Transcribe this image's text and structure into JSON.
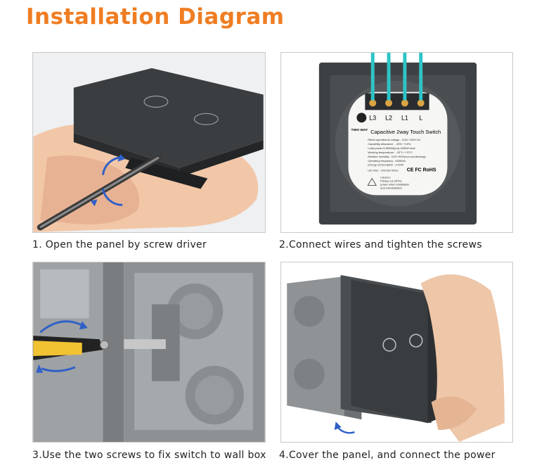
{
  "title": "Installation Diagram",
  "steps": [
    {
      "caption": "1. Open the panel by screw driver"
    },
    {
      "caption": "2.Connect wires and tighten the screws"
    },
    {
      "caption": "3.Use the two screws to fix switch to wall box"
    },
    {
      "caption": "4.Cover the panel, and connect the power"
    }
  ],
  "back_label": {
    "two_way": "TWO WAY",
    "terminals": [
      "L3",
      "L2",
      "L1",
      "L"
    ],
    "product_name": "Capacitive 2way Touch Switch",
    "specs": [
      "Rated operational voltage : 110V~240V  AC",
      "Capability allowance : -15%~+10%",
      "Load power:3-800W(Ipro),2000W total",
      "Working temperature : -20°C~+70°C",
      "Relative humidity : 10%~90%(non-condensing)",
      "Operating frequency : 50/60Hz",
      "Energy consumption : 0.02W",
      "Life time : 100,000 times"
    ],
    "caution": [
      "Caution:",
      "Please cut off the",
      "power when installation",
      "and uninstallation"
    ],
    "cert": "CE FC RoHS"
  },
  "colors": {
    "title": "#ef7d22",
    "glass": "#3a3d3f",
    "wire": "#2ec4c7"
  }
}
